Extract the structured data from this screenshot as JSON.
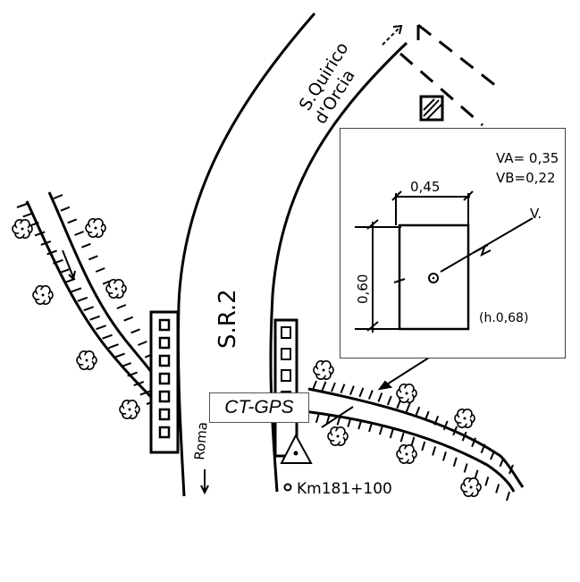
{
  "map": {
    "road_label": "S.R.2",
    "direction_label": "S.Quirico d'Orcia",
    "direction_label_line1": "S.Quirico",
    "direction_label_line2": "d'Orcia",
    "roma_label": "Roma",
    "km_label": "Km181+100",
    "gps_label": "CT-GPS"
  },
  "detail": {
    "va_label": "VA= 0,35",
    "vb_label": "VB=0,22",
    "width_label": "0,45",
    "height_label": "0,60",
    "depth_label": "(h.0,68)",
    "v_label": "V."
  }
}
